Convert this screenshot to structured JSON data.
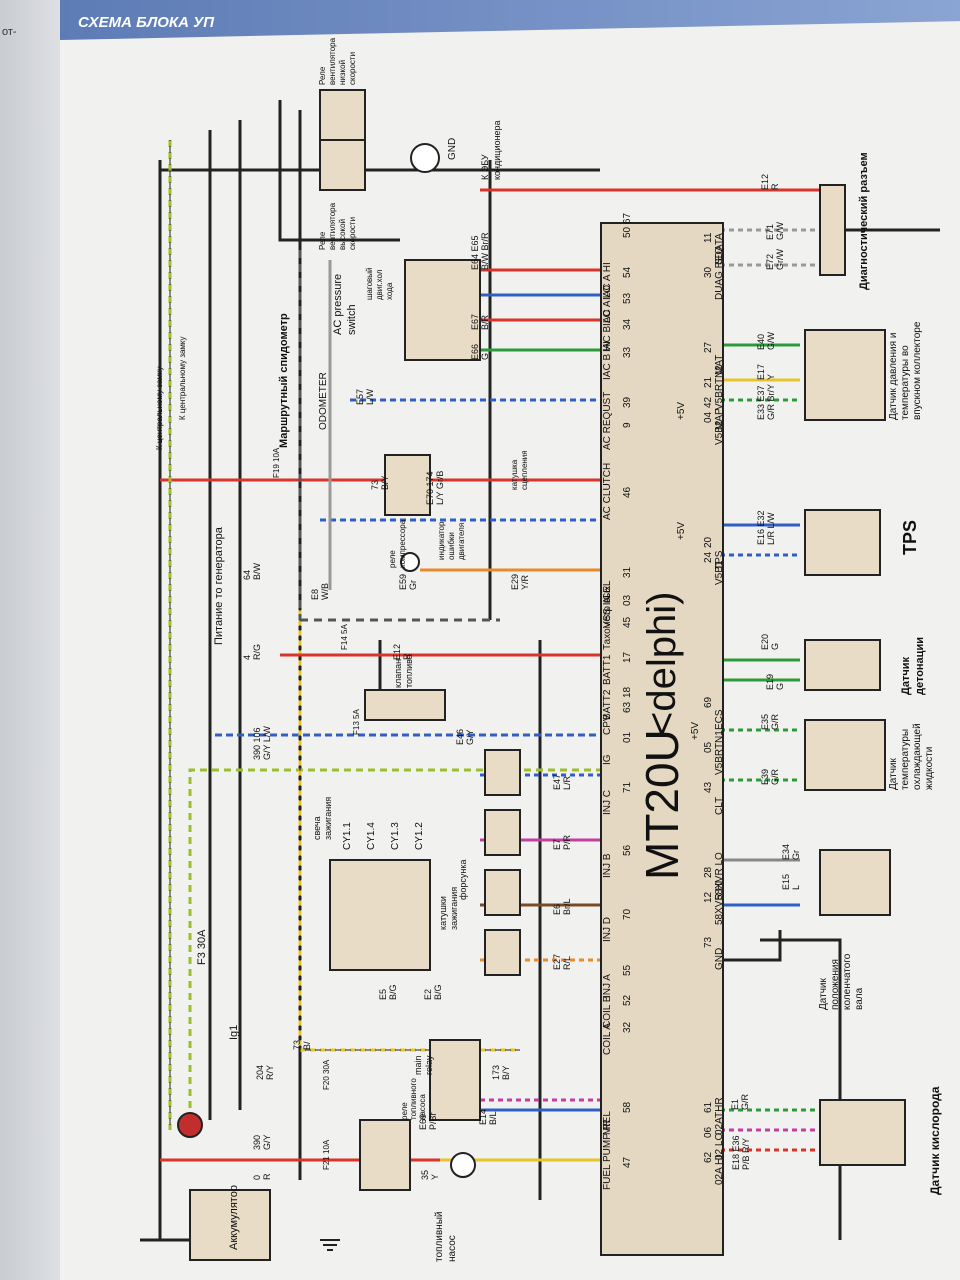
{
  "page": {
    "header_title": "СХЕМА БЛОКА УП",
    "left_page_text": "от-"
  },
  "ecu": {
    "title": "MT20U",
    "title_sub": "<delphi)",
    "pins_left": [
      {
        "num": "47",
        "label": "FUEL PUMP REL"
      },
      {
        "num": "58",
        "label": "MR"
      },
      {
        "num": "32",
        "label": "COIL A"
      },
      {
        "num": "52",
        "label": "COIL B"
      },
      {
        "num": "55",
        "label": "INJ A"
      },
      {
        "num": "70",
        "label": "INJ D"
      },
      {
        "num": "56",
        "label": "INJ B"
      },
      {
        "num": "71",
        "label": "INJ C"
      },
      {
        "num": "01",
        "label": "IG"
      },
      {
        "num": "63",
        "label": "CPV"
      },
      {
        "num": "18",
        "label": "BATT2"
      },
      {
        "num": "17",
        "label": "BATT1"
      },
      {
        "num": "45",
        "label": "Тахометр вых."
      },
      {
        "num": "03",
        "label": "VSS IN"
      },
      {
        "num": "31",
        "label": "CEL"
      },
      {
        "num": "46",
        "label": "AC CLUTCH"
      },
      {
        "num": "9",
        "label": "AC REQUST"
      },
      {
        "num": "39",
        "label": ""
      },
      {
        "num": "33",
        "label": "IAC B HI"
      },
      {
        "num": "34",
        "label": "IAC B LO"
      },
      {
        "num": "53",
        "label": "IAC A LO"
      },
      {
        "num": "54",
        "label": "IAC A HI"
      },
      {
        "num": "50 67",
        "label": ""
      }
    ],
    "pins_right": [
      {
        "num": "62",
        "label": "02A HI"
      },
      {
        "num": "06",
        "label": "02 LO"
      },
      {
        "num": "61",
        "label": "02ATHR"
      },
      {
        "num": "73",
        "label": "GND"
      },
      {
        "num": "12",
        "label": "58XVR HI"
      },
      {
        "num": "28",
        "label": "58XVR LO"
      },
      {
        "num": "43",
        "label": "CLT"
      },
      {
        "num": "05",
        "label": "V5BRTN1"
      },
      {
        "num": "69",
        "label": "ECS"
      },
      {
        "num": "24",
        "label": "V5B1"
      },
      {
        "num": "20",
        "label": "TPS"
      },
      {
        "num": "04",
        "label": "V5B2"
      },
      {
        "num": "42",
        "label": "MAP"
      },
      {
        "num": "21",
        "label": "V5BRTN2"
      },
      {
        "num": "27",
        "label": "MAT"
      },
      {
        "num": "30",
        "label": "DUAG REQ"
      },
      {
        "num": "11",
        "label": "SDATA"
      }
    ],
    "plus5v_marks": [
      "+5V",
      "+5V",
      "+5V"
    ]
  },
  "wires": [
    {
      "code": "390",
      "color": "G/Y"
    },
    {
      "code": "0",
      "color": "R"
    },
    {
      "code": "35",
      "color": "Y"
    },
    {
      "code": "E69",
      "color": "P/Br"
    },
    {
      "code": "E14",
      "color": "B/L"
    },
    {
      "code": "204",
      "color": "R/Y"
    },
    {
      "code": "173",
      "color": "B/Y"
    },
    {
      "code": "73",
      "color": "B/"
    },
    {
      "code": "E5",
      "color": "B/G"
    },
    {
      "code": "E2",
      "color": "B/G"
    },
    {
      "code": "E27",
      "color": "R/L"
    },
    {
      "code": "E6",
      "color": "Br/L"
    },
    {
      "code": "E7",
      "color": "P/R"
    },
    {
      "code": "E47",
      "color": "L/R"
    },
    {
      "code": "390 106",
      "color": "G/Y L/W"
    },
    {
      "code": "E46",
      "color": "G/Y"
    },
    {
      "code": "E12",
      "color": "R"
    },
    {
      "code": "4",
      "color": "R/G"
    },
    {
      "code": "64",
      "color": "B/W"
    },
    {
      "code": "E8",
      "color": "W/B"
    },
    {
      "code": "E59",
      "color": "Gr"
    },
    {
      "code": "E29",
      "color": "Y/R"
    },
    {
      "code": "E70 174",
      "color": "L/Y Gr/B"
    },
    {
      "code": "73",
      "color": "B/Y"
    },
    {
      "code": "E57",
      "color": "L/W"
    },
    {
      "code": "E66",
      "color": "G"
    },
    {
      "code": "E67",
      "color": "B/R"
    },
    {
      "code": "E64 E65",
      "color": "B/W Br/R"
    },
    {
      "code": "E18 E36",
      "color": "P/B R/Y"
    },
    {
      "code": "E1",
      "color": "G/R"
    },
    {
      "code": "E15",
      "color": "L"
    },
    {
      "code": "E34",
      "color": "Gr"
    },
    {
      "code": "E39",
      "color": "G/R"
    },
    {
      "code": "E35",
      "color": "G/R"
    },
    {
      "code": "E19",
      "color": "G"
    },
    {
      "code": "E20",
      "color": "G"
    },
    {
      "code": "E16 E32",
      "color": "L/R L/W"
    },
    {
      "code": "E33 E37",
      "color": "G/R Br/Y"
    },
    {
      "code": "E17",
      "color": "Y"
    },
    {
      "code": "E40",
      "color": "G/W"
    },
    {
      "code": "E72",
      "color": "Gr/W"
    },
    {
      "code": "E71",
      "color": "G/W"
    },
    {
      "code": "E12",
      "color": "R"
    }
  ],
  "labels": {
    "battery": "Аккумулятор",
    "fuse_f3": "F3 30A",
    "fuse_f19": "F19 10A",
    "fuse_f20": "F20 30A",
    "fuse_f21": "F21 10A",
    "fuse_f14": "F14 5A",
    "fuse_f13": "F13 5A",
    "ig1": "Ig1",
    "gen_power": "Питание то генератора",
    "to_lock1": "К центральному замку",
    "to_lock2": "К центральному замку",
    "speedometer": "Маршрутный спидометр",
    "odometer": "ODOMETER",
    "ac_switch_1": "AC pressure",
    "ac_switch_2": "switch",
    "iac_1": "шаговый",
    "iac_2": "двиг.хол",
    "iac_3": "хода",
    "fan_low_1": "Реле",
    "fan_low_2": "вентилятора",
    "fan_low_3": "низкой",
    "fan_low_4": "скорости",
    "fan_high_1": "Реле",
    "fan_high_2": "вентилятора",
    "fan_high_3": "высокой",
    "fan_high_4": "скорости",
    "to_ecu_ac_1": "К ЭБУ",
    "to_ecu_ac_2": "кондиционера",
    "gnd": "GND",
    "diag_connector": "Диагностический разъем",
    "map_sensor_1": "Датчик давления и",
    "map_sensor_2": "температуры во",
    "map_sensor_3": "впускном коллекторе",
    "tps": "TPS",
    "knock_1": "Датчик",
    "knock_2": "детонации",
    "clt_1": "Датчик",
    "clt_2": "температуры",
    "clt_3": "охлаждающей",
    "clt_4": "жидкости",
    "ckp_1": "Датчик",
    "ckp_2": "положения",
    "ckp_3": "коленчатого",
    "ckp_4": "вала",
    "o2_sensor": "Датчик кислорода",
    "fuel_pump_1": "топливный",
    "fuel_pump_2": "насос",
    "fuel_pump_relay_1": "реле",
    "fuel_pump_relay_2": "топливного",
    "fuel_pump_relay_3": "насоса",
    "main_relay_1": "main",
    "main_relay_2": "relay",
    "ign_coils_1": "катушки",
    "ign_coils_2": "зажигания",
    "spark_plugs_1": "свеча",
    "spark_plugs_2": "зажигания",
    "injectors": "форсунка",
    "canister_1": "клапан",
    "canister_2": "топлива",
    "compressor_relay_1": "реле",
    "compressor_relay_2": "компрессора",
    "cel_1": "индикатор",
    "cel_2": "ошибки",
    "cel_3": "двигателя",
    "clutch_1": "катушка",
    "clutch_2": "сцепления",
    "cyl_11": "CY1.1",
    "cyl_14": "CY1.4",
    "cyl_13": "CY1.3",
    "cyl_12": "CY1.2"
  },
  "colors": {
    "red_wire": "#d9342b",
    "green_yellow": "#9bbf2a",
    "blue_wire": "#2f5fc4",
    "green_wire": "#2c9a3a",
    "yellow_wire": "#e7c52a",
    "ecu_fill": "#e4d8c3"
  }
}
